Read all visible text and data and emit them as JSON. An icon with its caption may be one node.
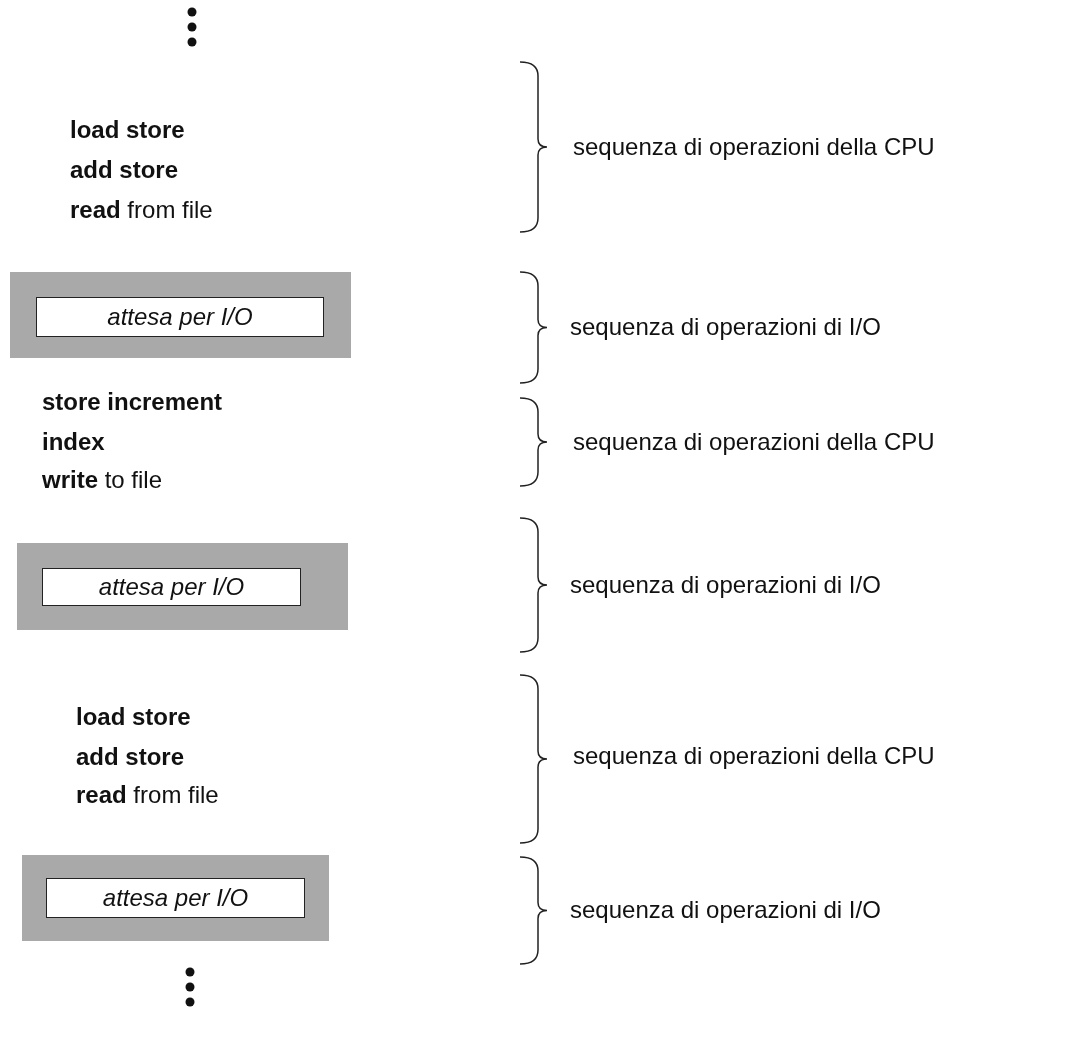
{
  "diagram": {
    "nodes": [
      {
        "text": [
          "attesa per I/O"
        ]
      },
      {
        "text": [
          "attesa per I/O"
        ]
      },
      {
        "text": [
          "attesa per I/O"
        ]
      }
    ],
    "labels": [
      "**load store**",
      "**add store**",
      "**read** from file",
      "sequenza di operazioni della CPU",
      "sequenza di operazioni di I/O",
      "**store increment**",
      "**index**",
      "**write** to file",
      "sequenza di operazioni della CPU",
      "sequenza di operazioni di I/O",
      "**load store**",
      "**add store**",
      "**read** from file",
      "sequenza di operazioni della CPU",
      "sequenza di operazioni di I/O"
    ]
  }
}
